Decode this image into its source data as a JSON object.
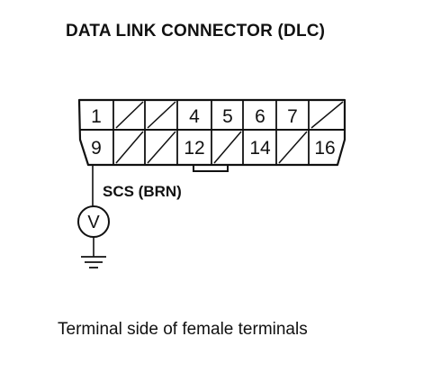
{
  "title": "DATA LINK CONNECTOR (DLC)",
  "caption": "Terminal side of female terminals",
  "connector": {
    "top_row": [
      "1",
      "",
      "",
      "4",
      "5",
      "6",
      "7",
      ""
    ],
    "bottom_row": [
      "9",
      "",
      "",
      "12",
      "",
      "14",
      "",
      "16"
    ]
  },
  "wire": {
    "label": "SCS (BRN)"
  },
  "meter": {
    "symbol": "V"
  }
}
